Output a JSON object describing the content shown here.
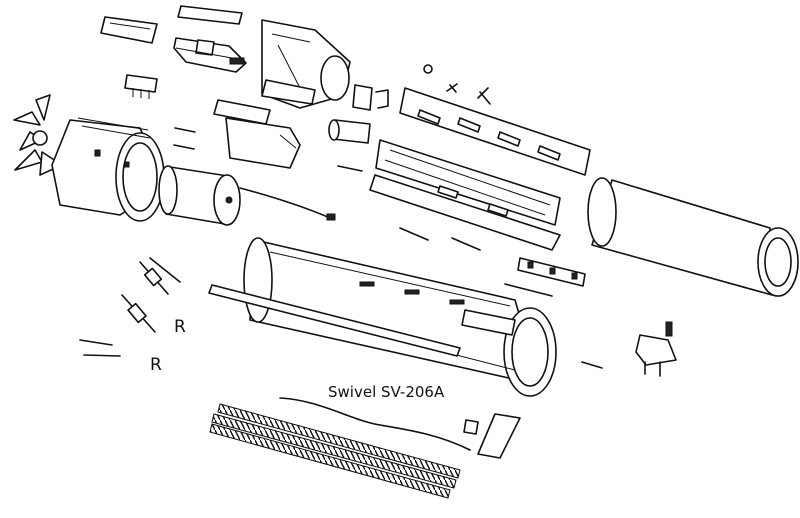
{
  "title": "Swivel SV-206A",
  "part_marks": [
    "R",
    "R"
  ],
  "colors": {
    "ink": "#111111",
    "paper": "#ffffff"
  }
}
